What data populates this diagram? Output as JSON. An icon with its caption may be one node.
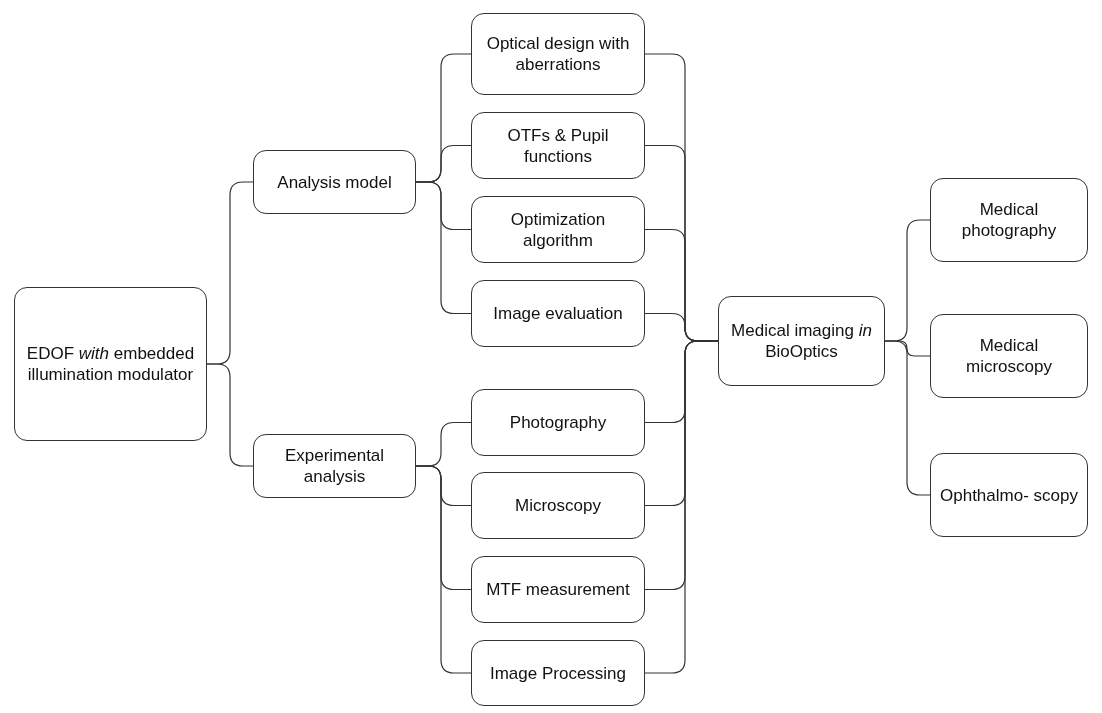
{
  "diagram": {
    "nodes": [
      {
        "text": [
          "EDOF *with* embedded illumination modulator"
        ]
      },
      {
        "text": [
          "Analysis model"
        ]
      },
      {
        "text": [
          "Experimental analysis"
        ]
      },
      {
        "text": [
          "Optical design with aberrations"
        ]
      },
      {
        "text": [
          "OTFs & Pupil functions"
        ]
      },
      {
        "text": [
          "Optimization algorithm"
        ]
      },
      {
        "text": [
          "Image evaluation"
        ]
      },
      {
        "text": [
          "Photography"
        ]
      },
      {
        "text": [
          "Microscopy"
        ]
      },
      {
        "text": [
          "MTF measurement"
        ]
      },
      {
        "text": [
          "Image Processing"
        ]
      },
      {
        "text": [
          "Medical imaging *in* BioOptics"
        ]
      },
      {
        "text": [
          "Medical photography"
        ]
      },
      {
        "text": [
          "Medical microscopy"
        ]
      },
      {
        "text": [
          "Ophthalmo- scopy"
        ]
      }
    ],
    "edges": [
      {
        "from": 0,
        "to": 1,
        "arrow": "none"
      },
      {
        "from": 0,
        "to": 2,
        "arrow": "none"
      },
      {
        "from": 1,
        "to": 3,
        "arrow": "none"
      },
      {
        "from": 1,
        "to": 4,
        "arrow": "none"
      },
      {
        "from": 1,
        "to": 5,
        "arrow": "none"
      },
      {
        "from": 1,
        "to": 6,
        "arrow": "none"
      },
      {
        "from": 2,
        "to": 7,
        "arrow": "none"
      },
      {
        "from": 2,
        "to": 8,
        "arrow": "none"
      },
      {
        "from": 2,
        "to": 9,
        "arrow": "none"
      },
      {
        "from": 2,
        "to": 10,
        "arrow": "none"
      },
      {
        "from": 3,
        "to": 11,
        "arrow": "none"
      },
      {
        "from": 4,
        "to": 11,
        "arrow": "none"
      },
      {
        "from": 5,
        "to": 11,
        "arrow": "none"
      },
      {
        "from": 6,
        "to": 11,
        "arrow": "none"
      },
      {
        "from": 7,
        "to": 11,
        "arrow": "none"
      },
      {
        "from": 8,
        "to": 11,
        "arrow": "none"
      },
      {
        "from": 9,
        "to": 11,
        "arrow": "none"
      },
      {
        "from": 10,
        "to": 11,
        "arrow": "none"
      },
      {
        "from": 11,
        "to": 12,
        "arrow": "none"
      },
      {
        "from": 11,
        "to": 13,
        "arrow": "none"
      },
      {
        "from": 11,
        "to": 14,
        "arrow": "none"
      }
    ]
  }
}
